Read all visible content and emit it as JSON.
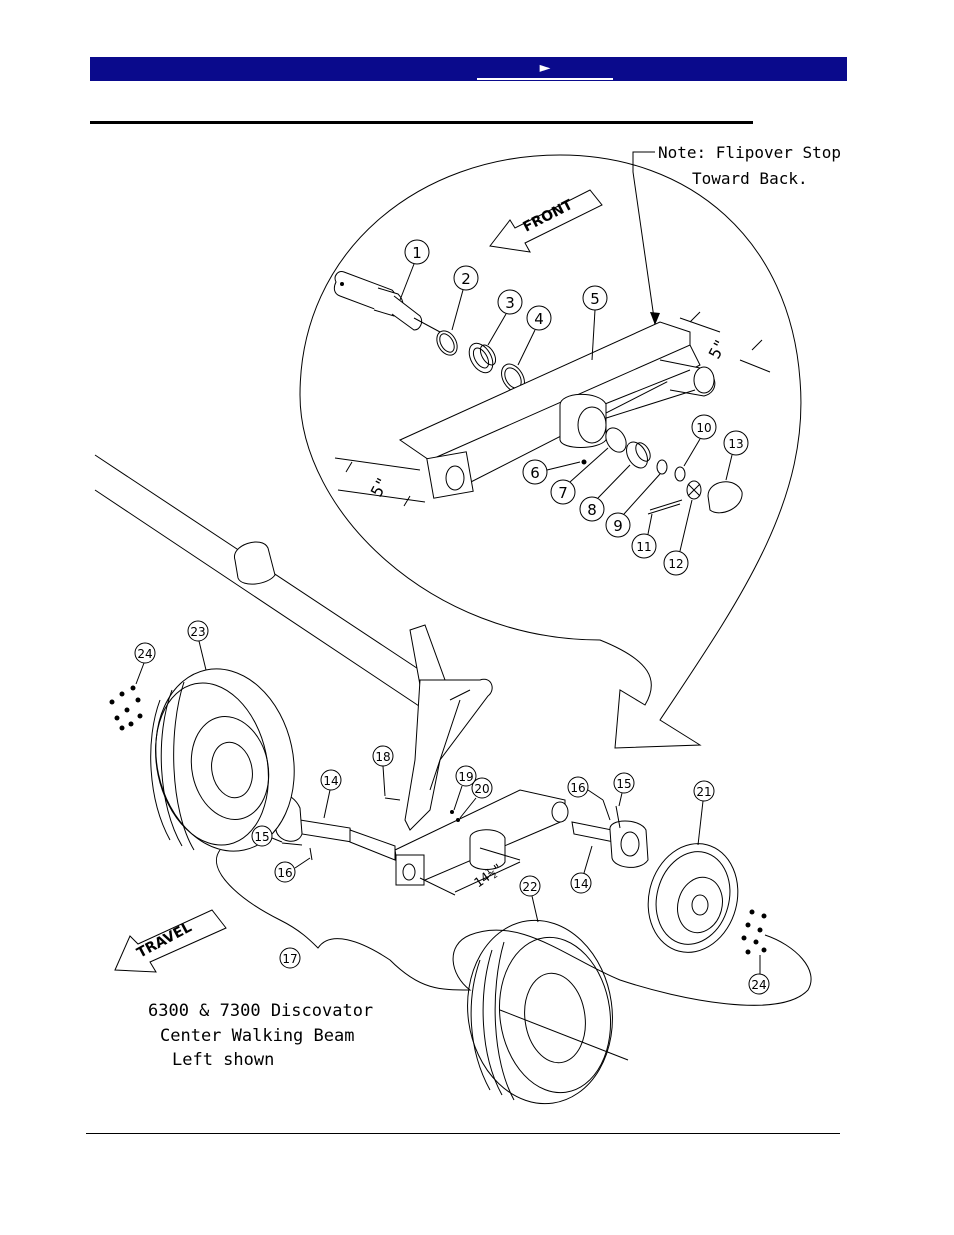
{
  "header": {
    "nav_arrow": "►"
  },
  "diagram": {
    "note_line1": "Note: Flipover Stop",
    "note_line2": "Toward Back.",
    "front_arrow_label": "FRONT",
    "travel_arrow_label": "TRAVEL",
    "dim_upper_right": "5\"",
    "dim_upper_left": "5\"",
    "dim_lower": "14½\"",
    "caption_line1": "6300 & 7300 Discovator",
    "caption_line2": "Center Walking Beam",
    "caption_line3": "Left shown",
    "callouts": [
      "1",
      "2",
      "3",
      "4",
      "5",
      "6",
      "7",
      "8",
      "9",
      "10",
      "11",
      "12",
      "13",
      "14",
      "15",
      "16",
      "17",
      "18",
      "19",
      "20",
      "21",
      "22",
      "23",
      "24"
    ],
    "callouts_dup": {
      "c14b": "14",
      "c15b": "15",
      "c16b": "16",
      "c24b": "24"
    }
  }
}
